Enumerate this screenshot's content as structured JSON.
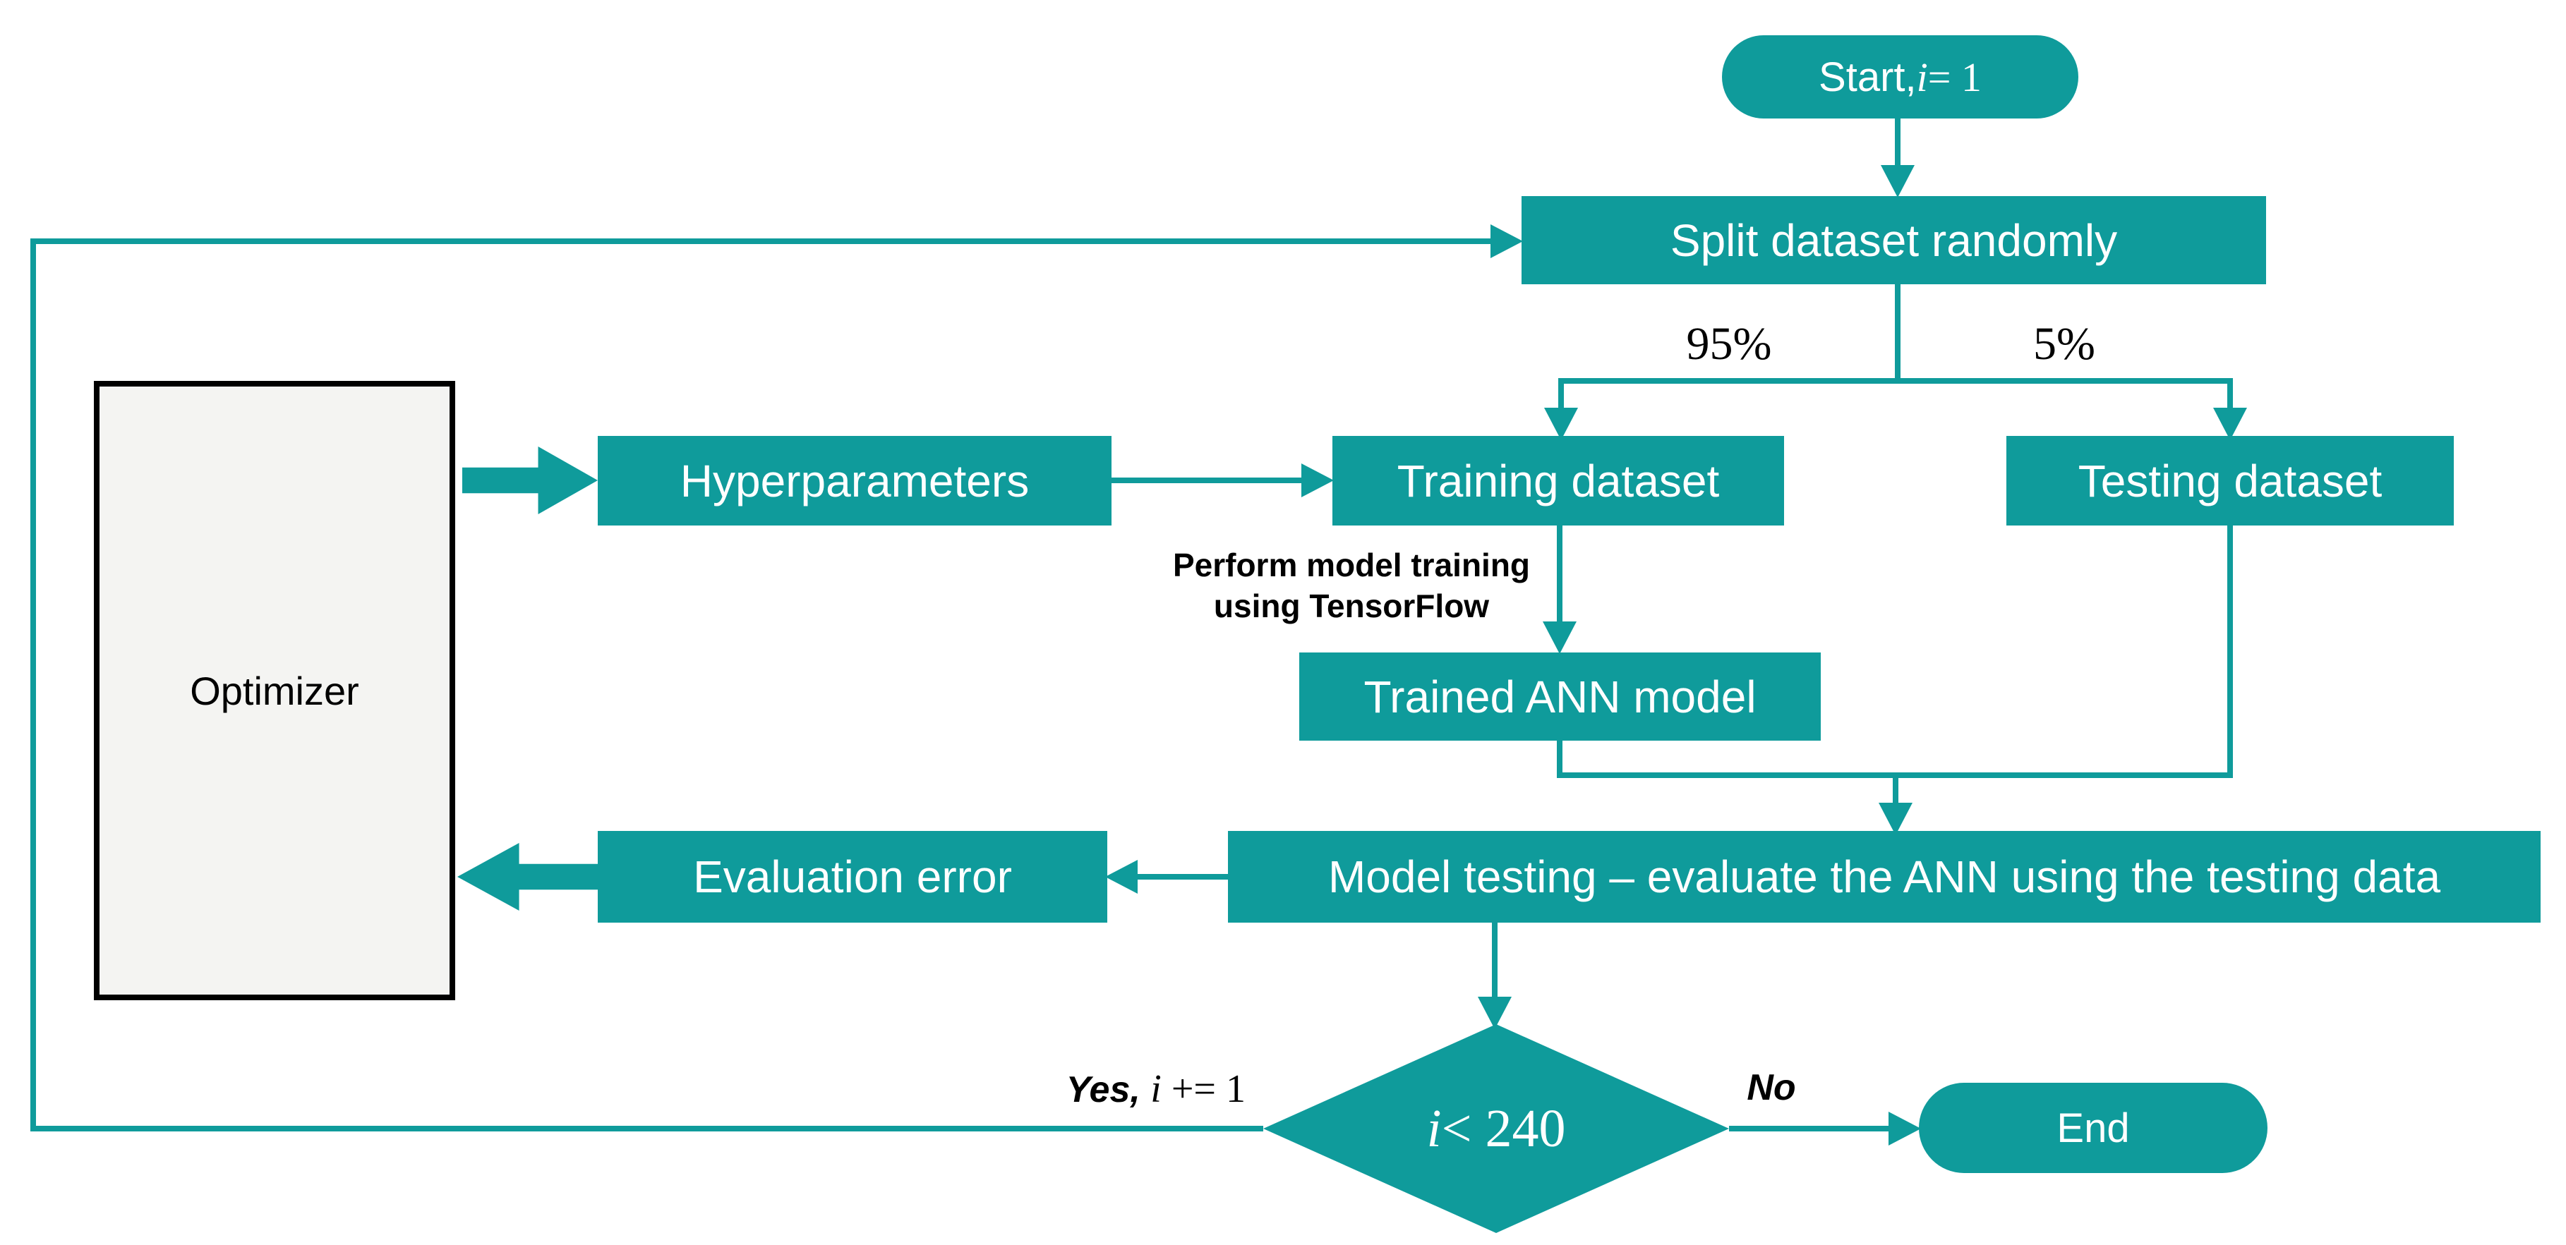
{
  "colors": {
    "teal": "#0f9b9b",
    "optimizer_fill": "#f4f4f2",
    "text_on_teal": "#ffffff",
    "label_text": "#000000"
  },
  "nodes": {
    "start": {
      "prefix": "Start, ",
      "var": "i",
      "rest": " = 1"
    },
    "split": {
      "label": "Split dataset randomly"
    },
    "training": {
      "label": "Training dataset"
    },
    "testing": {
      "label": "Testing dataset"
    },
    "hyperparameters": {
      "label": "Hyperparameters"
    },
    "trained_ann": {
      "label": "Trained ANN model"
    },
    "optimizer": {
      "label": "Optimizer"
    },
    "model_testing": {
      "label": "Model testing – evaluate the ANN using the testing data"
    },
    "evaluation_error": {
      "label": "Evaluation error"
    },
    "decision": {
      "var": "i",
      "rest": " < 240"
    },
    "end": {
      "label": "End"
    }
  },
  "edge_labels": {
    "split_training_pct": "95%",
    "split_testing_pct": "5%",
    "training_note_line1": "Perform model training",
    "training_note_line2": "using TensorFlow",
    "yes_prefix": "Yes, ",
    "yes_var": "i",
    "yes_rest": " += 1",
    "no": "No"
  }
}
